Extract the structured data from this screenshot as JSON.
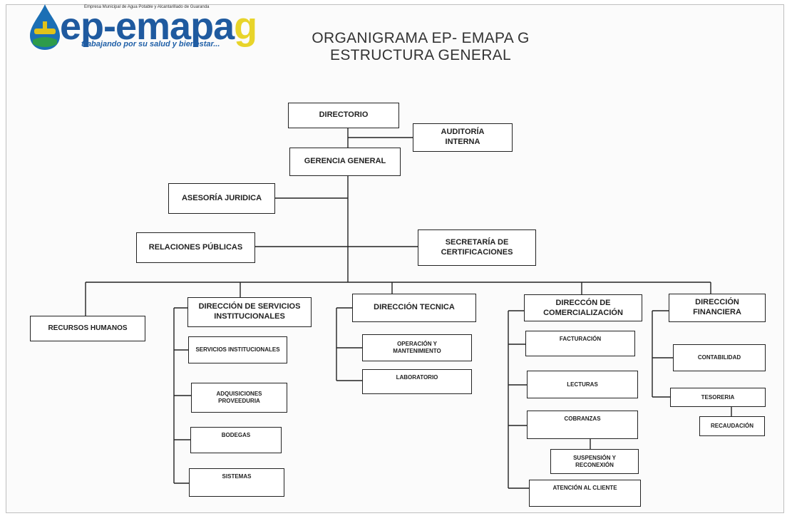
{
  "logo": {
    "tagline_top": "Empresa Municipal de Agua Potable y Alcantarillado de Guaranda",
    "brand": "ep-emapa",
    "brand_g": "g",
    "slogan": "trabajando por su salud y bienestar..."
  },
  "title": {
    "line1": "ORGANIGRAMA  EP- EMAPA G",
    "line2": "ESTRUCTURA GENERAL"
  },
  "nodes": {
    "directorio": "DIRECTORIO",
    "auditoria": "AUDITORÍA INTERNA",
    "gerencia": "GERENCIA GENERAL",
    "asesoria": "ASESORÍA JURIDICA",
    "relaciones": "RELACIONES PÚBLICAS",
    "secretaria": "SECRETARÍA DE CERTIFICACIONES",
    "rrhh": "RECURSOS HUMANOS",
    "dir_servicios": "DIRECCIÓN  DE  SERVICIOS INSTITUCIONALES",
    "servicios_inst": "SERVICIOS INSTITUCIONALES",
    "adquisiciones": "ADQUISICIONES PROVEEDURIA",
    "bodegas": "BODEGAS",
    "sistemas": "SISTEMAS",
    "dir_tecnica": "DIRECCIÓN  TECNICA",
    "operacion": "OPERACIÓN Y MANTENIMIENTO",
    "laboratorio": "LABORATORIO",
    "dir_comercializacion": "DIRECCÓN DE COMERCIALIZACIÓN",
    "facturacion": "FACTURACIÓN",
    "lecturas": "LECTURAS",
    "cobranzas": "COBRANZAS",
    "suspension": "SUSPENSIÓN Y RECONEXIÓN",
    "atencion": "ATENCIÓN AL CLIENTE",
    "dir_financiera": "DIRECCIÓN FINANCIERA",
    "contabilidad": "CONTABILIDAD",
    "tesoreria": "TESORERIA",
    "recaudacion": "RECAUDACIÓN"
  },
  "colors": {
    "logo_blue": "#1f5a9f",
    "logo_yellow": "#e8d42a",
    "logo_drop": "#1b6fb5",
    "line": "#222222"
  }
}
